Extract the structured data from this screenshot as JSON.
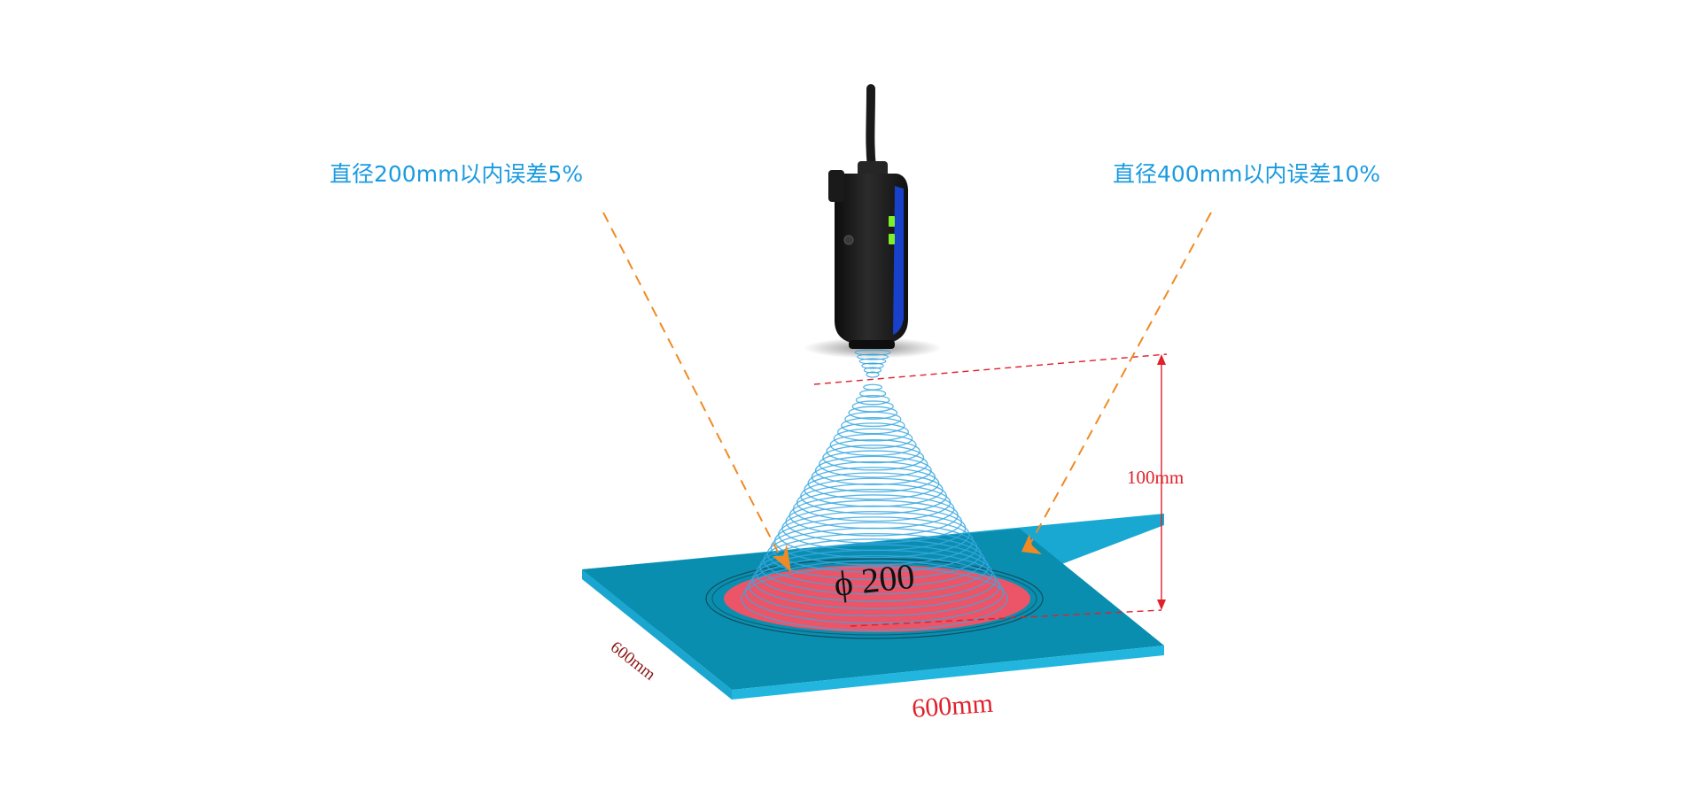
{
  "labels": {
    "left_annotation": "直径200mm以内误差5%",
    "right_annotation": "直径400mm以内误差10%",
    "height_dimension": "100mm",
    "width_dimension": "600mm",
    "depth_dimension": "600mm",
    "diameter": "ϕ 200"
  },
  "colors": {
    "annotation_text": "#1a9be0",
    "dimension_red": "#e0202a",
    "plate_top": "#0a8fb0",
    "plate_edge": "#1ab0d8",
    "target_spot": "#ec5468",
    "cone_lines": "#3aa8e0",
    "pointer_lines": "#f08a24",
    "sensor_body": "#1c1c1c",
    "sensor_accent": "#1840c8",
    "indicator_led": "#7ef02a"
  },
  "icons": {
    "sensor": "ultrasonic-sensor-icon",
    "arrow_left": "orange-arrowhead-icon",
    "arrow_right": "orange-arrowhead-icon"
  }
}
